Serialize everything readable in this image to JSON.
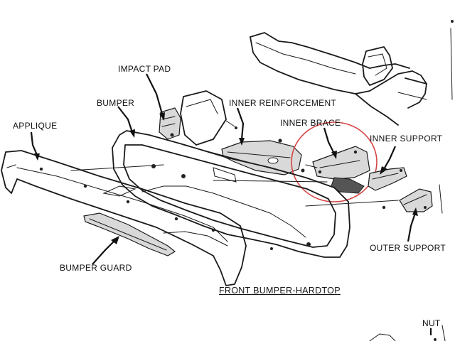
{
  "labels": {
    "impact_pad": "IMPACT PAD",
    "bumper": "BUMPER",
    "inner_reinforcement": "INNER REINFORCEMENT",
    "inner_brace": "INNER BRACE",
    "inner_support": "INNER SUPPORT",
    "applique": "APPLIQUE",
    "outer_support": "OUTER SUPPORT",
    "bumper_guard": "BUMPER GUARD",
    "nut": "NUT"
  },
  "caption": "FRONT BUMPER-HARDTOP",
  "highlight": {
    "color": "#d64545",
    "target": "inner_brace"
  }
}
